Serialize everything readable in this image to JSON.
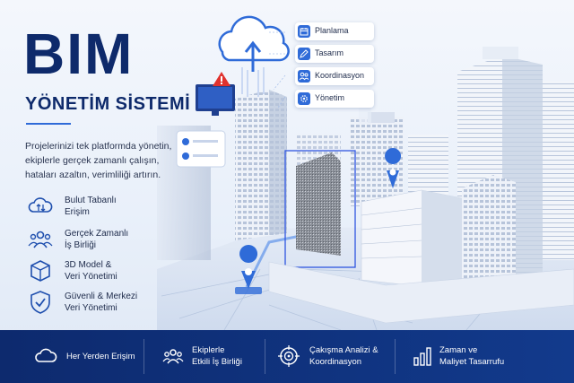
{
  "header": {
    "title": "BIM",
    "subtitle": "YÖNETİM SİSTEMİ"
  },
  "intro": {
    "line1": "Projelerinizi tek platformda yönetin,",
    "line2": "ekiplerle gerçek zamanlı çalışın,",
    "line3": "hataları azaltın, verimliliği artırın."
  },
  "features": [
    {
      "icon": "cloud-sync-icon",
      "line1": "Bulut Tabanlı",
      "line2": "Erişim"
    },
    {
      "icon": "team-icon",
      "line1": "Gerçek Zamanlı",
      "line2": "İş Birliği"
    },
    {
      "icon": "3d-cube-icon",
      "line1": "3D Model &",
      "line2": "Veri Yönetimi"
    },
    {
      "icon": "shield-check-icon",
      "line1": "Güvenli & Merkezi",
      "line2": "Veri Yönetimi"
    }
  ],
  "modules": [
    {
      "icon": "calendar-icon",
      "label": "Planlama"
    },
    {
      "icon": "pencil-icon",
      "label": "Tasarım"
    },
    {
      "icon": "users-icon",
      "label": "Koordinasyon"
    },
    {
      "icon": "gear-icon",
      "label": "Yönetim"
    }
  ],
  "bottom_bar": [
    {
      "icon": "cloud-icon",
      "line1": "Her Yerden Erişim",
      "line2": ""
    },
    {
      "icon": "team-icon",
      "line1": "Ekiplerle",
      "line2": "Etkili İş Birliği"
    },
    {
      "icon": "target-icon",
      "line1": "Çakışma Analizi &",
      "line2": "Koordinasyon"
    },
    {
      "icon": "bar-chart-icon",
      "line1": "Zaman ve",
      "line2": "Maliyet Tasarrufu"
    }
  ],
  "colors": {
    "brand": "#0e2a6b",
    "accent": "#2f6bd8",
    "bar": "#0d2a6e",
    "alert": "#e0322e"
  }
}
